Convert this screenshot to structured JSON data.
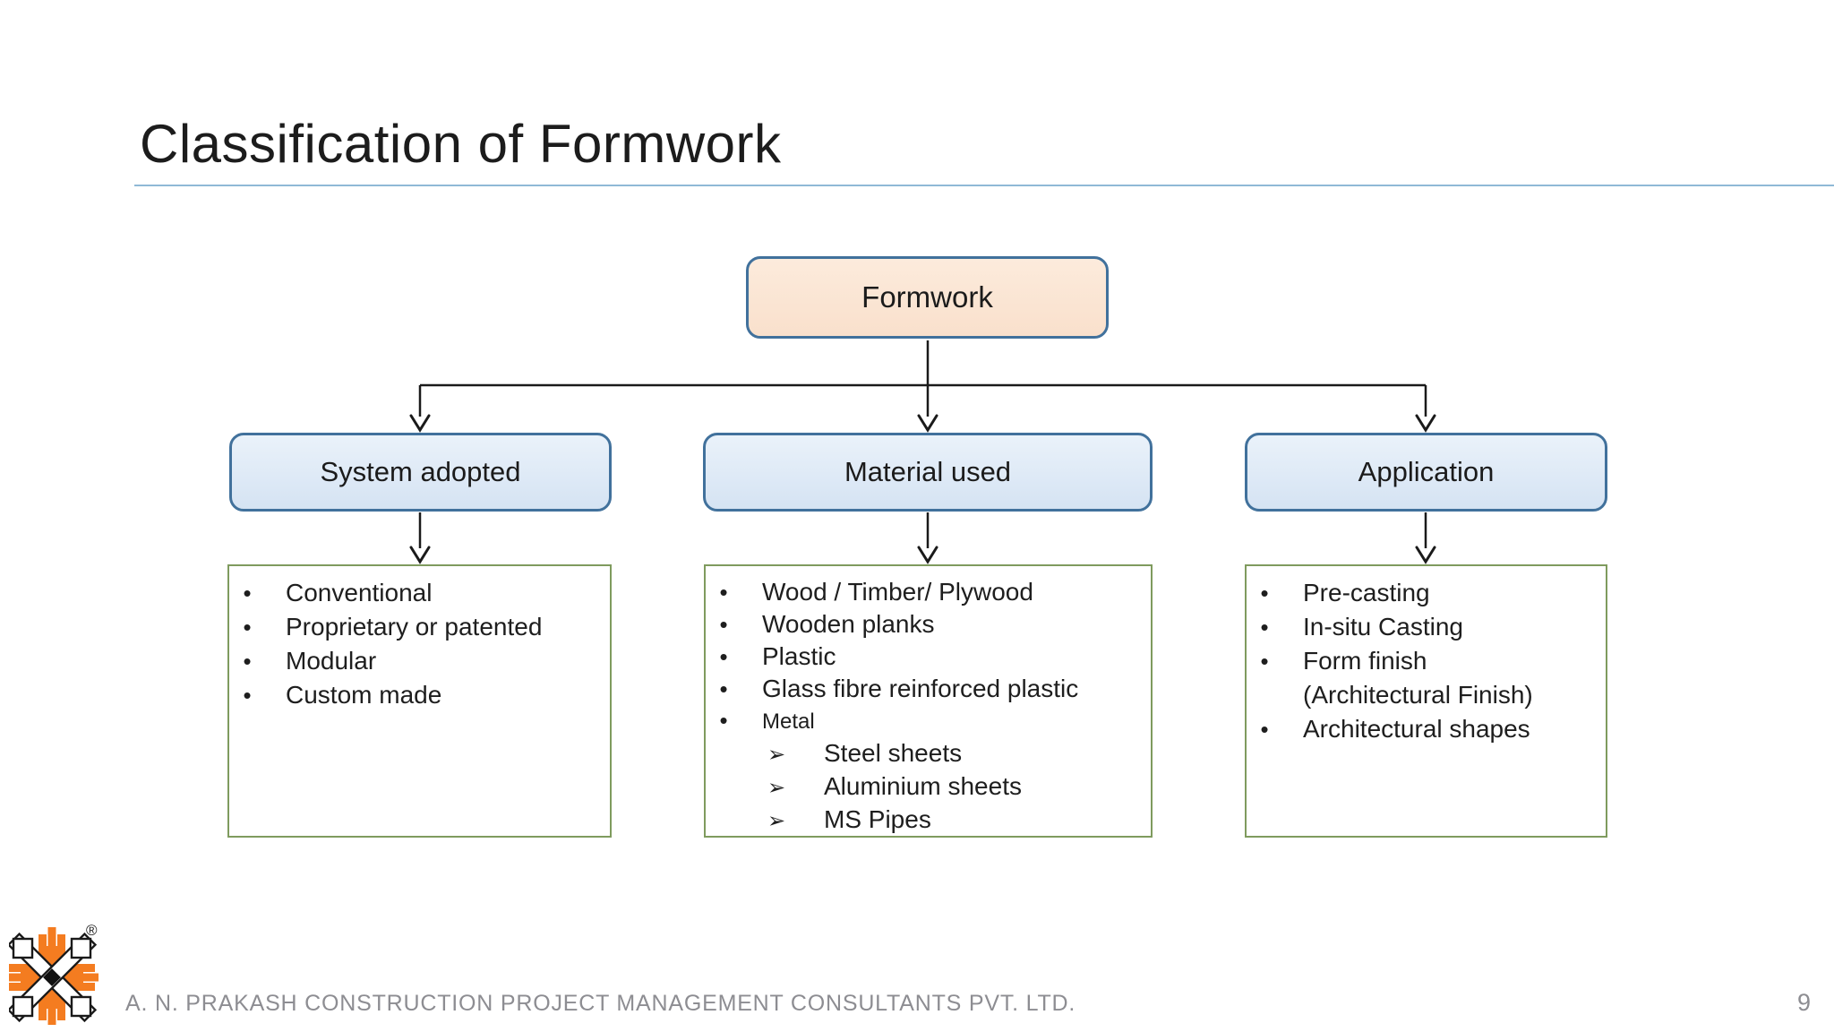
{
  "slide": {
    "title": "Classification of Formwork",
    "footer": "A. N. PRAKASH CONSTRUCTION PROJECT MANAGEMENT CONSULTANTS PVT. LTD.",
    "page_number": "9"
  },
  "diagram": {
    "root": {
      "label": "Formwork"
    },
    "columns": [
      {
        "title": "System adopted",
        "items": [
          "Conventional",
          "Proprietary or patented",
          "Modular",
          "Custom made"
        ]
      },
      {
        "title": "Material used",
        "items": [
          "Wood / Timber/ Plywood",
          "Wooden planks",
          "Plastic",
          "Glass fibre reinforced plastic",
          "Metal"
        ],
        "sub_items": [
          "Steel sheets",
          "Aluminium sheets",
          "MS Pipes"
        ]
      },
      {
        "title": "Application",
        "items": [
          "Pre-casting",
          "In-situ Casting",
          "Form finish",
          "(Architectural Finish)",
          "Architectural shapes"
        ]
      }
    ],
    "bullet_glyph": "•",
    "sub_bullet_glyph": "➢"
  },
  "logo": {
    "registered_mark": "®"
  },
  "colors": {
    "root_fill": "#fae3d3",
    "root_border": "#41719c",
    "branch_fill": "#dce8f5",
    "branch_border": "#41719c",
    "list_border": "#7f9b5e",
    "connector": "#1a1a1a",
    "title_rule": "#8fb9d6",
    "title_text": "#1c1c1c",
    "body_text": "#1e1e1e",
    "footer_text": "#8d8d92",
    "logo_orange": "#f47c20"
  }
}
